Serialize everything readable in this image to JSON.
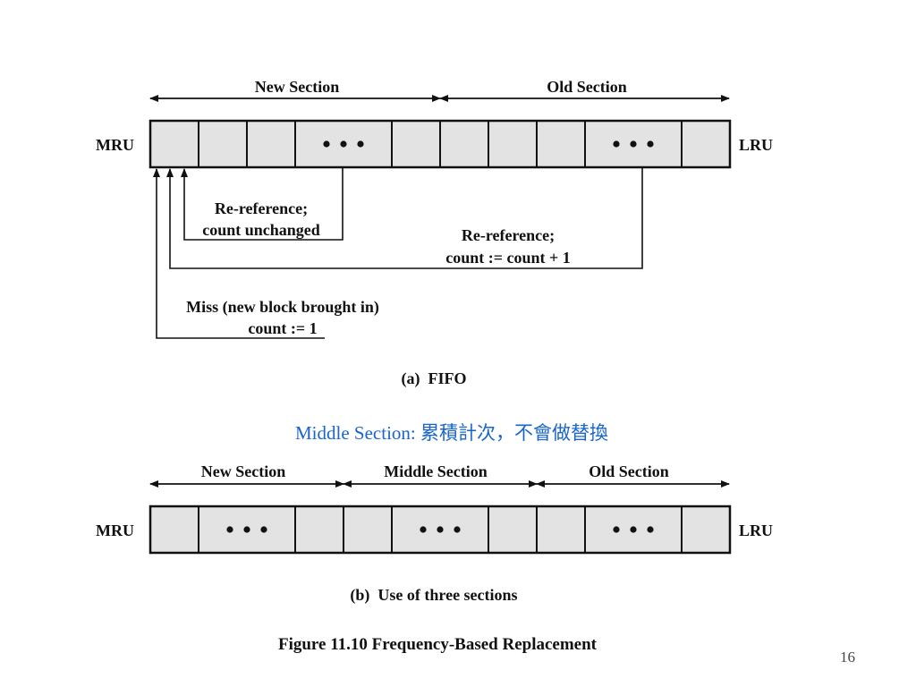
{
  "part_a": {
    "labels": {
      "new_section": "New Section",
      "old_section": "Old Section",
      "mru": "MRU",
      "lru": "LRU"
    },
    "annotations": {
      "reref_unchanged_1": "Re-reference;",
      "reref_unchanged_2": "count unchanged",
      "reref_plus_1": "Re-reference;",
      "reref_plus_2": "count := count + 1",
      "miss_1": "Miss (new block brought in)",
      "miss_2": "count := 1"
    },
    "caption": "(a)  FIFO"
  },
  "middle_note": "Middle Section: 累積計次，不會做替換",
  "part_b": {
    "labels": {
      "new_section": "New Section",
      "middle_section": "Middle Section",
      "old_section": "Old Section",
      "mru": "MRU",
      "lru": "LRU"
    },
    "caption": "(b)  Use of three sections"
  },
  "figure_caption": "Figure 11.10 Frequency-Based Replacement",
  "page_number": "16",
  "colors": {
    "cell_fill": "#e3e3e3",
    "note_blue": "#1a66c8"
  }
}
